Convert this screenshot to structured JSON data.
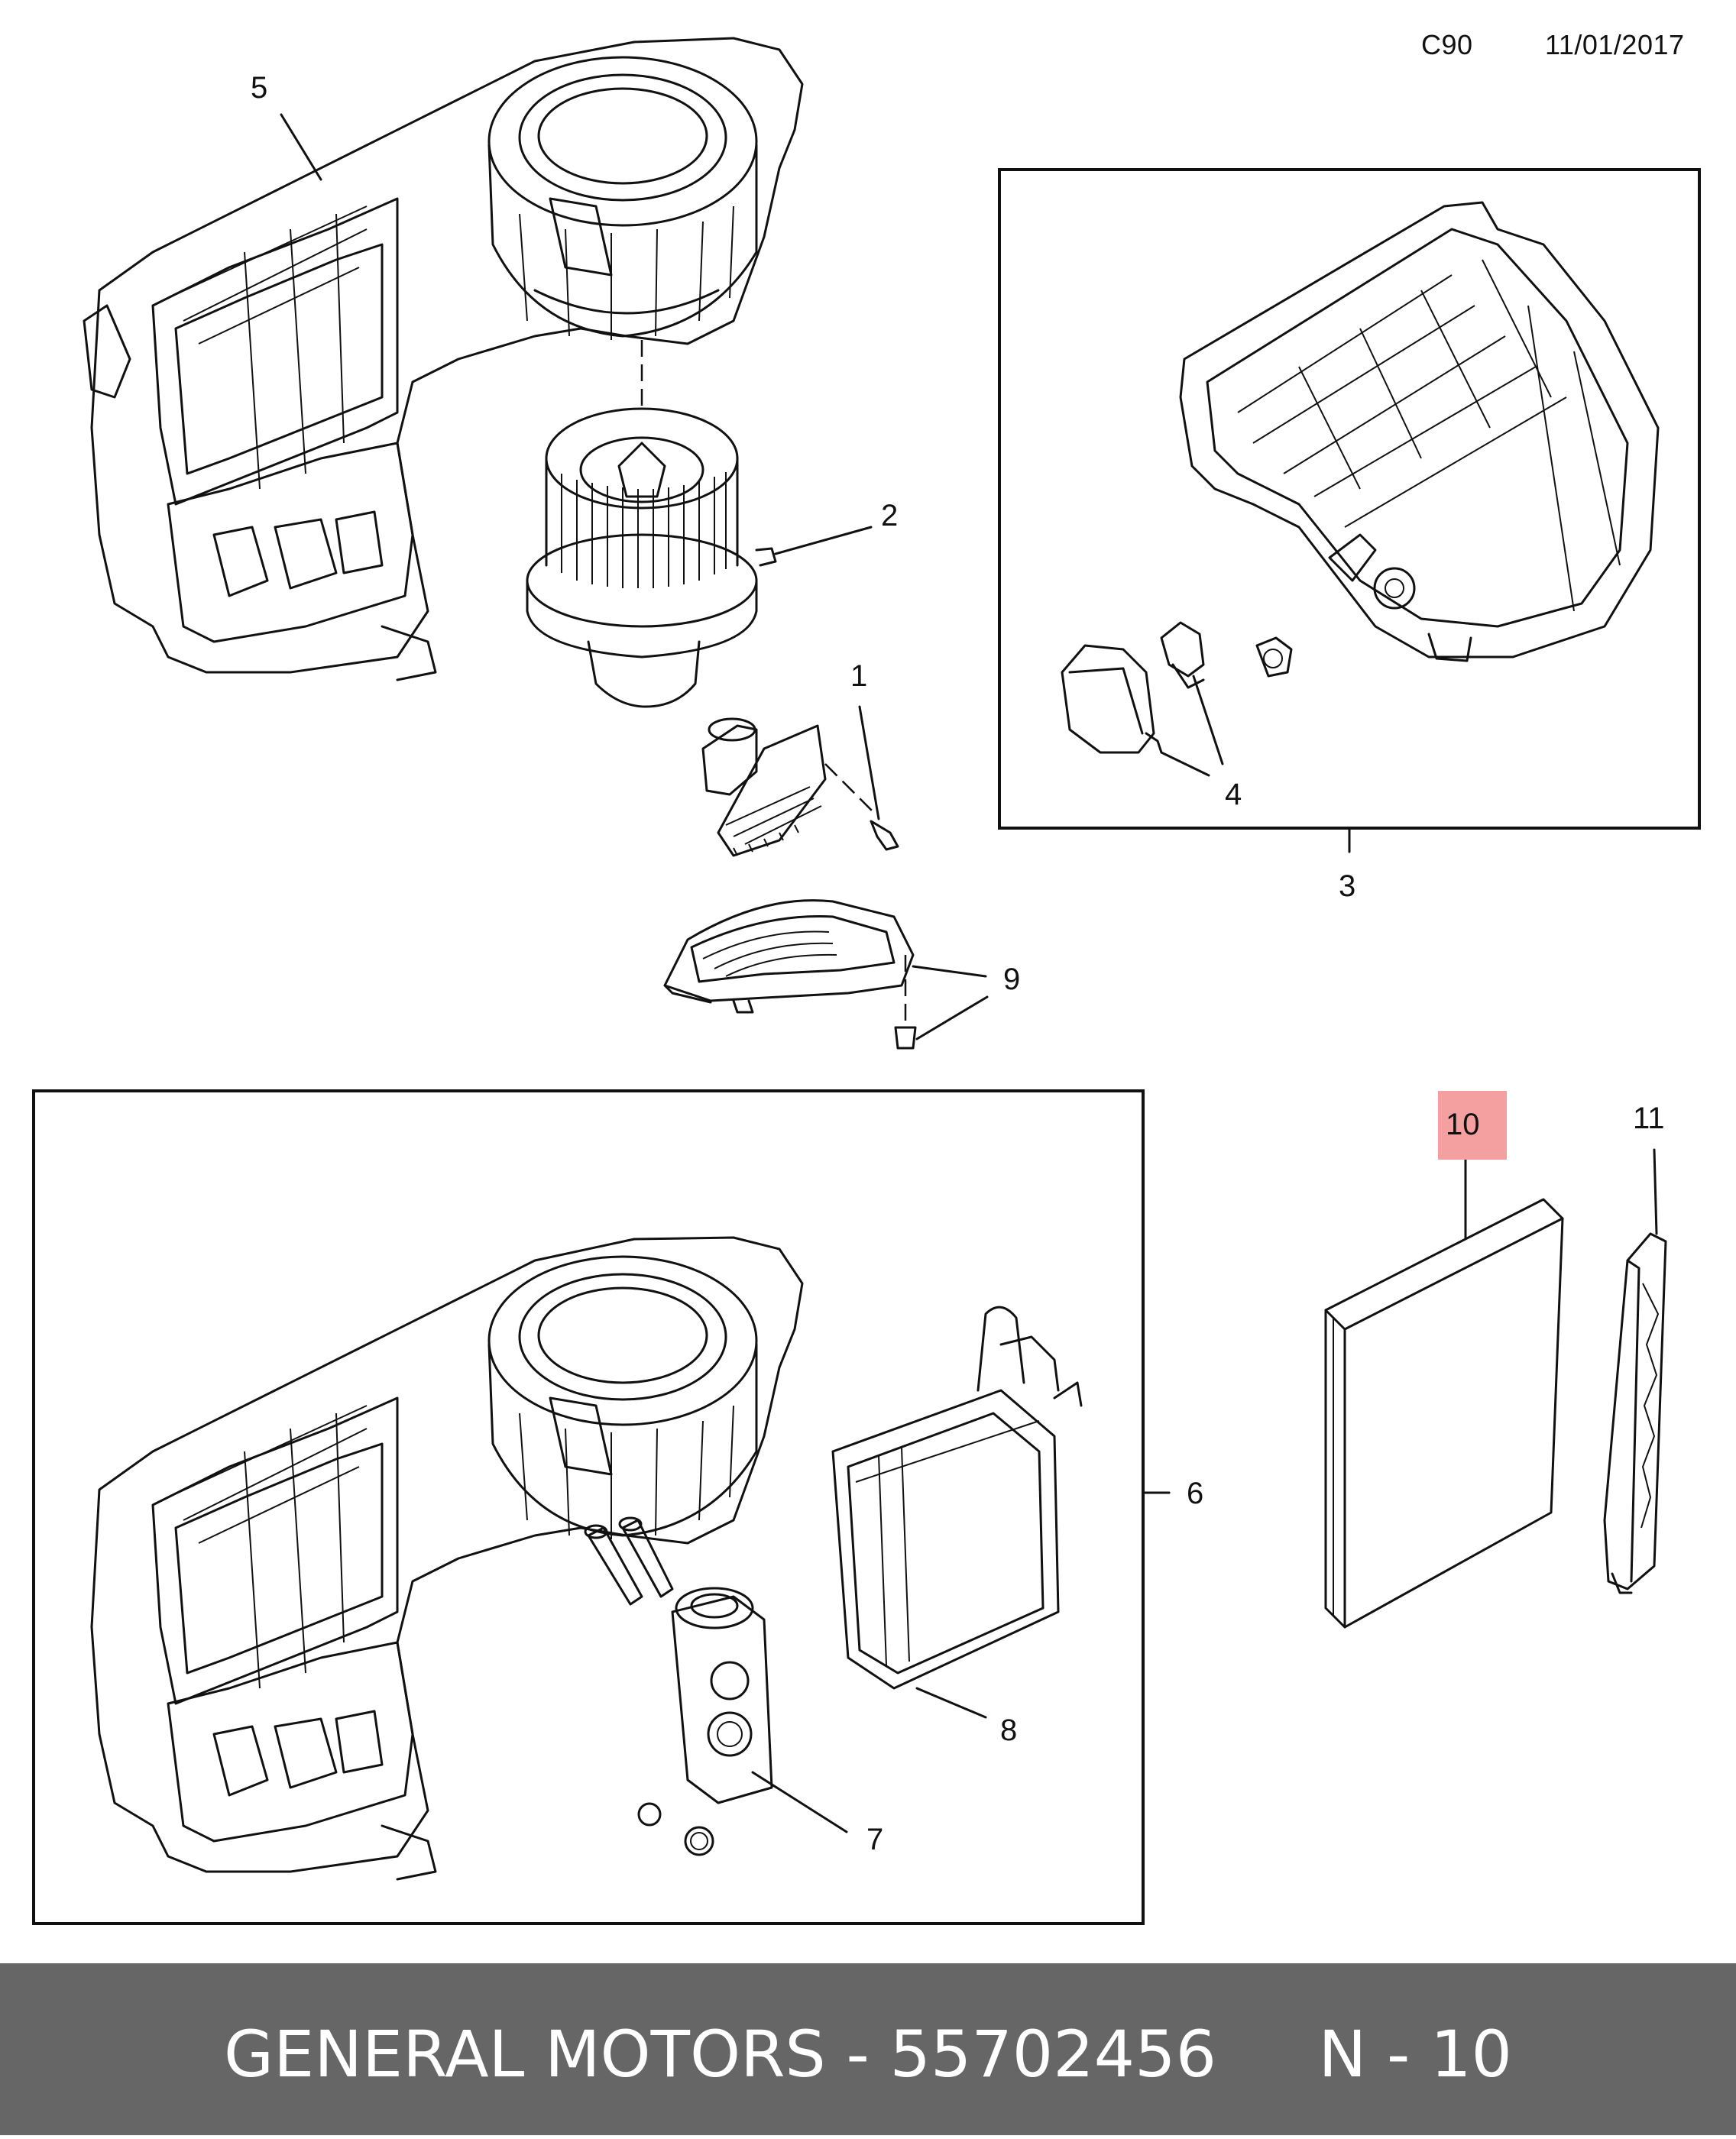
{
  "header": {
    "code": "C90",
    "date": "11/01/2017"
  },
  "callouts": {
    "c1": "1",
    "c2": "2",
    "c3": "3",
    "c4": "4",
    "c5": "5",
    "c6": "6",
    "c7": "7",
    "c8": "8",
    "c9": "9",
    "c10": "10",
    "c11": "11"
  },
  "highlight": {
    "callout": "10",
    "color": "#f4a0a0"
  },
  "footer": {
    "text": "GENERAL MOTORS - 55702456     N - 10",
    "background": "#666666",
    "color": "#ffffff"
  }
}
